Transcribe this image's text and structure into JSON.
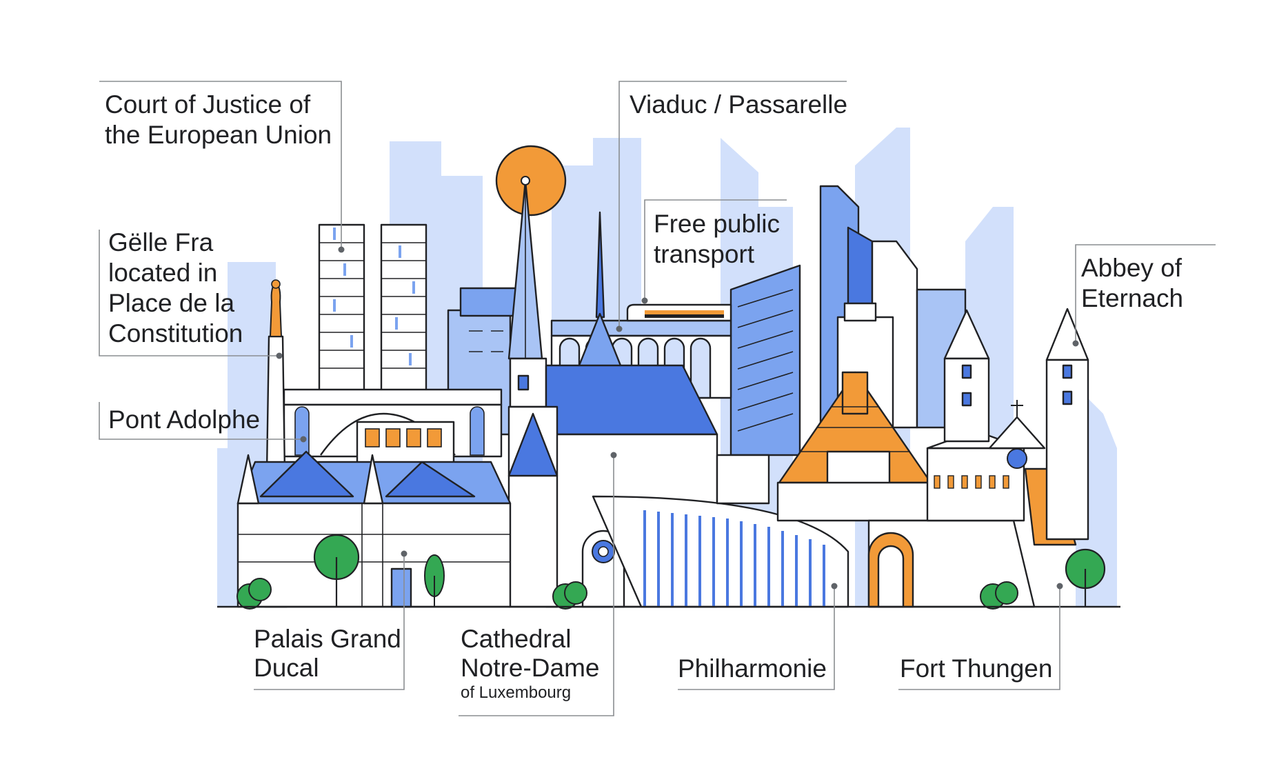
{
  "colors": {
    "background": "#ffffff",
    "skyline_pale": "#d2e0fb",
    "blue_light": "#a9c4f5",
    "blue_mid": "#7ba3ef",
    "blue_dark": "#4a78e0",
    "orange": "#f29a38",
    "green": "#34a853",
    "outline": "#202124",
    "leader_line": "#8a8d91"
  },
  "labels": {
    "court_of_justice": {
      "line1": "Court of Justice of",
      "line2": "the European Union"
    },
    "gelle_fra": {
      "line1": "Gëlle Fra",
      "line2": "located in",
      "line3": "Place de la",
      "line4": "Constitution"
    },
    "pont_adolphe": "Pont Adolphe",
    "viaduc": "Viaduc / Passarelle",
    "free_transport": {
      "line1": "Free public",
      "line2": "transport"
    },
    "abbey": {
      "line1": "Abbey of",
      "line2": "Eternach"
    },
    "palais": {
      "line1": "Palais Grand",
      "line2": "Ducal"
    },
    "cathedral": {
      "line1": "Cathedral",
      "line2": "Notre-Dame",
      "line3": "of Luxembourg"
    },
    "philharmonie": "Philharmonie",
    "fort_thungen": "Fort Thungen"
  }
}
